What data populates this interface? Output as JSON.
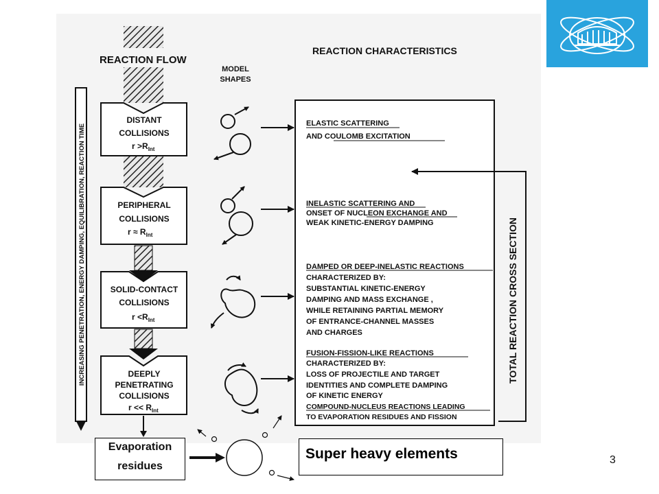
{
  "diagram": {
    "reaction_flow_title": "REACTION FLOW",
    "model_shapes_title": [
      "MODEL",
      "SHAPES"
    ],
    "reaction_characteristics_title": "REACTION CHARACTERISTICS",
    "vertical_axis_label": "INCREASING PENETRATION, ENERGY DAMPING, EQUILIBRATION, REACTION TIME",
    "total_cross_section_label": "TOTAL REACTION CROSS SECTION",
    "stages": [
      {
        "lines": [
          "DISTANT",
          "COLLISIONS",
          "r >R"
        ],
        "subscript": "Int"
      },
      {
        "lines": [
          "PERIPHERAL",
          "COLLISIONS",
          "r ≈ R"
        ],
        "subscript": "Int"
      },
      {
        "lines": [
          "SOLID-CONTACT",
          "COLLISIONS",
          "r <R"
        ],
        "subscript": "Int"
      },
      {
        "lines": [
          "DEEPLY",
          "PENETRATING",
          "COLLISIONS",
          "r << R"
        ],
        "subscript": "Int"
      }
    ],
    "characteristics": [
      [
        "ELASTIC SCATTERING",
        "AND COULOMB EXCITATION"
      ],
      [
        "INELASTIC SCATTERING AND",
        "ONSET OF NUCLEON EXCHANGE AND",
        "WEAK KINETIC-ENERGY DAMPING"
      ],
      [
        "DAMPED OR DEEP-INELASTIC REACTIONS",
        "CHARACTERIZED BY:",
        "SUBSTANTIAL KINETIC-ENERGY",
        "DAMPING AND MASS EXCHANGE ,",
        "WHILE RETAINING PARTIAL MEMORY",
        "OF ENTRANCE-CHANNEL MASSES",
        "AND CHARGES"
      ],
      [
        "FUSION-FISSION-LIKE REACTIONS",
        "CHARACTERIZED BY:",
        "LOSS OF PROJECTILE AND TARGET",
        "IDENTITIES AND COMPLETE DAMPING",
        "OF KINETIC ENERGY",
        "COMPOUND-NUCLEUS REACTIONS LEADING",
        "TO EVAPORATION RESIDUES AND FISSION"
      ]
    ]
  },
  "evaporation_box": {
    "line1": "Evaporation",
    "line2": "residues"
  },
  "super_heavy_label": "Super heavy elements",
  "page_number": "3",
  "colors": {
    "logo_background": "#29a3dd",
    "scan_background": "#f4f4f4"
  }
}
